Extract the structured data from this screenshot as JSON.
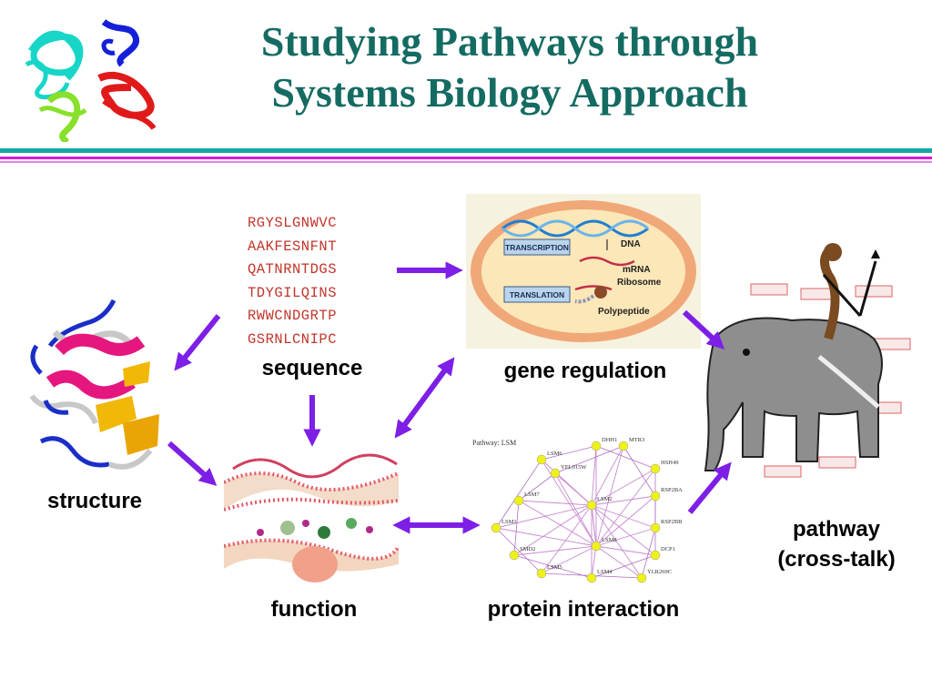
{
  "title": {
    "line1": "Studying Pathways through",
    "line2": "Systems Biology Approach"
  },
  "sequence": {
    "lines": [
      "RGYSLGNWVC",
      "AAKFESNFNT",
      "QATNRNTDGS",
      "TDYGILQINS",
      "RWWCNDGRTP",
      "GSRNLCNIPC"
    ],
    "label": "sequence"
  },
  "labels": {
    "structure": "structure",
    "function": "function",
    "gene_regulation": "gene regulation",
    "protein_interaction": "protein interaction",
    "pathway_line1": "pathway",
    "pathway_line2": "(cross-talk)"
  },
  "gene_panel": {
    "transcription": "TRANSCRIPTION",
    "translation": "TRANSLATION",
    "dna": "DNA",
    "mrna": "mRNA",
    "ribosome": "Ribosome",
    "polypeptide": "Polypeptide"
  },
  "network": {
    "caption": "Pathway: LSM",
    "nodes": [
      "YEL015W",
      "DHH1",
      "MTR3",
      "LSM6",
      "HSH49",
      "LSM7",
      "LSM2",
      "RSP2BA",
      "LSM1",
      "RSP2BB",
      "SMD2",
      "LSM8",
      "DCP1",
      "LSM5",
      "LSM4",
      "YLR269C"
    ]
  },
  "colors": {
    "title": "#146b62",
    "sequence_text": "#c2352a",
    "arrow": "#7d1fe6",
    "rule_teal": "#12a8a8",
    "rule_magenta": "#d91ad9"
  },
  "icons": [
    "protein-ribbon-icon",
    "elephant-rider-icon"
  ]
}
